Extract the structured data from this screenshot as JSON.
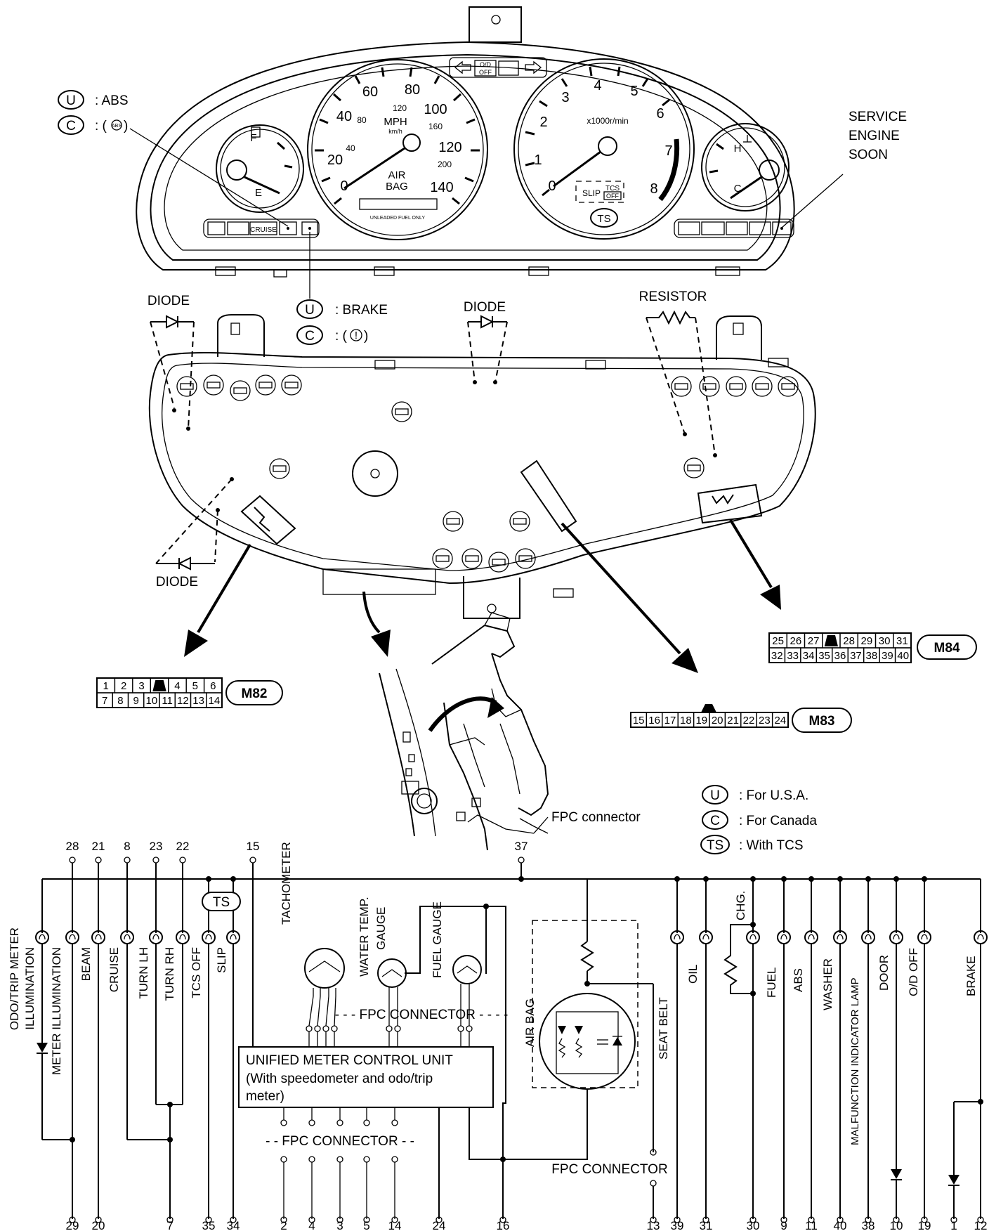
{
  "legend_top": {
    "u_symbol": "U",
    "u_text": ": ABS",
    "c_symbol": "C",
    "c_text": ": (",
    "c_icon": "ABS",
    "c_close": ")"
  },
  "legend_brake": {
    "u_symbol": "U",
    "u_text": ": BRAKE",
    "c_symbol": "C",
    "c_text": ": (",
    "c_icon": "!",
    "c_close": ")"
  },
  "legend_bottom": {
    "u_symbol": "U",
    "u_text": ": For U.S.A.",
    "c_symbol": "C",
    "c_text": ": For Canada",
    "ts_symbol": "TS",
    "ts_text": ": With TCS"
  },
  "cluster": {
    "speedo_marks": [
      "20",
      "40",
      "60",
      "80",
      "100",
      "120",
      "140",
      "0"
    ],
    "speedo_kmh_marks": [
      "40",
      "80",
      "120",
      "160",
      "200"
    ],
    "speedo_units": [
      "MPH",
      "km/h"
    ],
    "airbag": [
      "AIR",
      "BAG"
    ],
    "unleaded": "UNLEADED FUEL ONLY",
    "tacho_marks": [
      "0",
      "1",
      "2",
      "3",
      "4",
      "5",
      "6",
      "7",
      "8"
    ],
    "tacho_units": "x1000r/min",
    "slip": "SLIP",
    "tcs": "TCS",
    "off": "OFF",
    "ts": "TS",
    "fuel_f": "F",
    "fuel_e": "E",
    "temp_h": "H",
    "temp_c": "C",
    "cruise": "CRUISE",
    "od_off": [
      "O/D",
      "OFF"
    ],
    "service": [
      "SERVICE",
      "ENGINE",
      "SOON"
    ]
  },
  "parts": {
    "diode": "DIODE",
    "resistor": "RESISTOR",
    "fpc_connector": "FPC connector"
  },
  "connectors": {
    "m82": {
      "id": "M82",
      "row1": [
        "1",
        "2",
        "3",
        "",
        "4",
        "5",
        "6"
      ],
      "row2": [
        "7",
        "8",
        "9",
        "10",
        "11",
        "12",
        "13",
        "14"
      ]
    },
    "m83": {
      "id": "M83",
      "row": [
        "15",
        "16",
        "17",
        "18",
        "19",
        "20",
        "21",
        "22",
        "23",
        "24"
      ]
    },
    "m84": {
      "id": "M84",
      "row1": [
        "25",
        "26",
        "27",
        "",
        "28",
        "29",
        "30",
        "31"
      ],
      "row2": [
        "32",
        "33",
        "34",
        "35",
        "36",
        "37",
        "38",
        "39",
        "40"
      ]
    }
  },
  "schematic": {
    "top_pins": [
      "28",
      "21",
      "8",
      "23",
      "22",
      "15",
      "37"
    ],
    "bottom_pins": [
      "29",
      "20",
      "7",
      "35",
      "34",
      "2",
      "4",
      "3",
      "5",
      "14",
      "24",
      "16",
      "13",
      "39",
      "31",
      "30",
      "9",
      "11",
      "40",
      "38",
      "10",
      "19",
      "1",
      "12"
    ],
    "ts_box": "TS",
    "left_labels": [
      "ODO/TRIP METER",
      "ILLUMINATION",
      "METER ILLUMINATION",
      "BEAM",
      "CRUISE",
      "TURN LH",
      "TURN RH",
      "TCS OFF",
      "SLIP"
    ],
    "gauge_labels": [
      "TACHOMETER",
      "WATER TEMP.",
      "GAUGE",
      "FUEL GAUGE"
    ],
    "fpc_connector_top": "- - - FPC CONNECTOR - - - -",
    "unit_box": [
      "UNIFIED METER CONTROL UNIT",
      "(With speedometer and odo/trip",
      "meter)"
    ],
    "fpc_connector_mid": "- - FPC CONNECTOR - -",
    "fpc_connector_low": "FPC CONNECTOR",
    "air_bag": "AIR BAG",
    "right_labels": [
      "SEAT BELT",
      "OIL",
      "CHG.",
      "FUEL",
      "ABS",
      "WASHER",
      "MALFUNCTION INDICATOR LAMP",
      "DOOR",
      "O/D OFF",
      "BRAKE"
    ]
  }
}
